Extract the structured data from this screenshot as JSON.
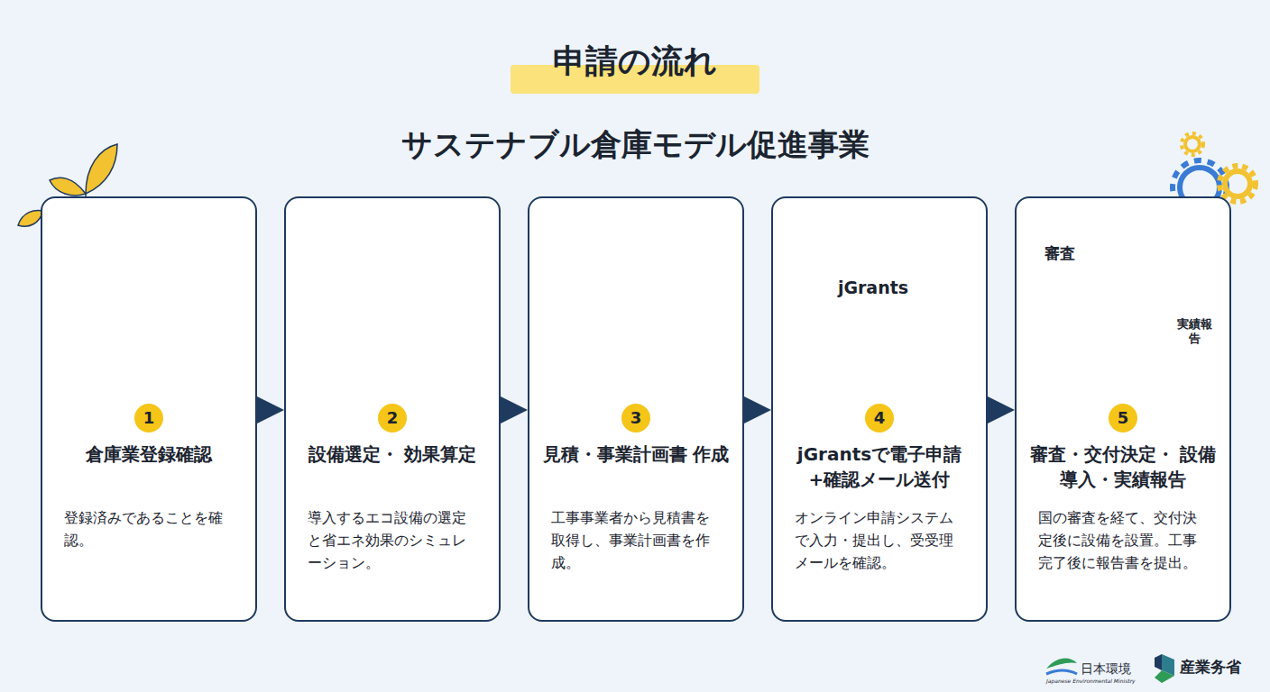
{
  "diagram": {
    "title": "申請の流れ",
    "nodes": [
      {
        "text": [
          "1",
          "倉庫業登録確認",
          "登録済みであることを確認。"
        ]
      },
      {
        "text": [
          "2",
          "設備選定・ 効果算定",
          "導入するエコ設備の選定と省エネ効果のシミュレーション。"
        ]
      },
      {
        "text": [
          "3",
          "見積・事業計画書 作成",
          "工事事業者から見積書を取得し、事業計画書を作成。"
        ]
      },
      {
        "text": [
          "4",
          "jGrantsで電子申請 +確認メール送付",
          "オンライン申請システムで入力・提出し、受受理メールを確認。"
        ]
      },
      {
        "text": [
          "5",
          "審査・交付決定・ 設備導入・実績報告",
          "国の審査を経て、交付決定後に設備を設置。工事完了後に報告書を提出。"
        ]
      }
    ],
    "edges": [
      {
        "from": 0,
        "to": 1,
        "arrow": "to"
      },
      {
        "from": 1,
        "to": 2,
        "arrow": "to"
      },
      {
        "from": 2,
        "to": 3,
        "arrow": "to"
      },
      {
        "from": 3,
        "to": 4,
        "arrow": "to"
      }
    ],
    "labels": [
      "サステナブル倉庫モデル促進事業",
      "jGrants",
      "審査",
      "実績報告",
      "日本環境",
      "Japanese Environmental Ministry",
      "産業务省"
    ]
  }
}
